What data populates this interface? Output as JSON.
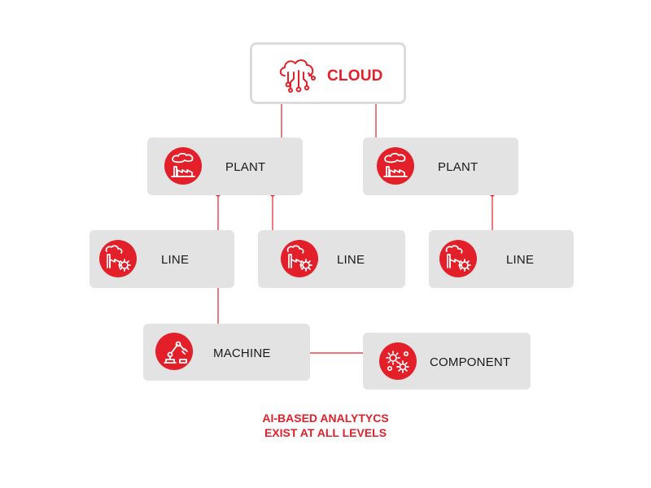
{
  "colors": {
    "accent": "#e3202a",
    "node_bg": "#e3e3e3",
    "cloud_border": "#dcdcdc",
    "text": "#1a1a1a"
  },
  "nodes": {
    "cloud": {
      "label": "CLOUD",
      "icon": "cloud-network-icon"
    },
    "plant_1": {
      "label": "PLANT",
      "icon": "factory-icon"
    },
    "plant_2": {
      "label": "PLANT",
      "icon": "factory-icon"
    },
    "line_1": {
      "label": "LINE",
      "icon": "production-line-icon"
    },
    "line_2": {
      "label": "LINE",
      "icon": "production-line-icon"
    },
    "line_3": {
      "label": "LINE",
      "icon": "production-line-icon"
    },
    "machine": {
      "label": "MACHINE",
      "icon": "robot-arm-icon"
    },
    "component": {
      "label": "COMPONENT",
      "icon": "gears-icon"
    }
  },
  "footer": {
    "line1": "AI-BASED ANALYTYCS",
    "line2": "EXIST AT ALL LEVELS"
  }
}
